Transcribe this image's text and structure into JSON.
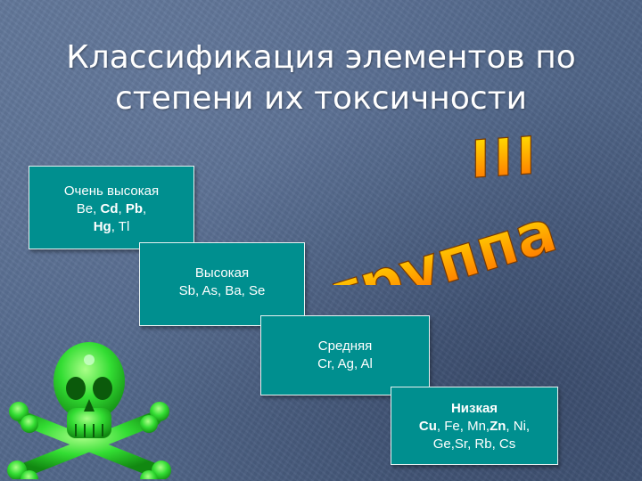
{
  "slide": {
    "title_line1": "Классификация элементов по",
    "title_line2": "степени их токсичности"
  },
  "levels": [
    {
      "label": "Очень высокая",
      "elements_html": [
        "Be",
        ", ",
        "Cd",
        ", ",
        "Pb",
        ",",
        "Hg",
        ", Tl"
      ]
    },
    {
      "label": "Высокая",
      "elements": "Sb, As, Ba, Se"
    },
    {
      "label": "Средняя",
      "elements": "Cr, Ag,  Al"
    },
    {
      "label": "Низкая",
      "line1_parts": [
        "Cu",
        ", Fe, Mn,",
        "Zn",
        ", Ni,"
      ],
      "line2": "Ge,Sr, Rb,  Cs"
    }
  ],
  "wordart": {
    "word1": "III",
    "word2": "группа",
    "fill_top": "#ffee00",
    "fill_bottom": "#ff6600"
  },
  "colors": {
    "box_fill": "#008f8f",
    "title": "#ffffff",
    "skull": "#22cc22"
  },
  "icons": [
    "skull-crossbones-icon"
  ]
}
